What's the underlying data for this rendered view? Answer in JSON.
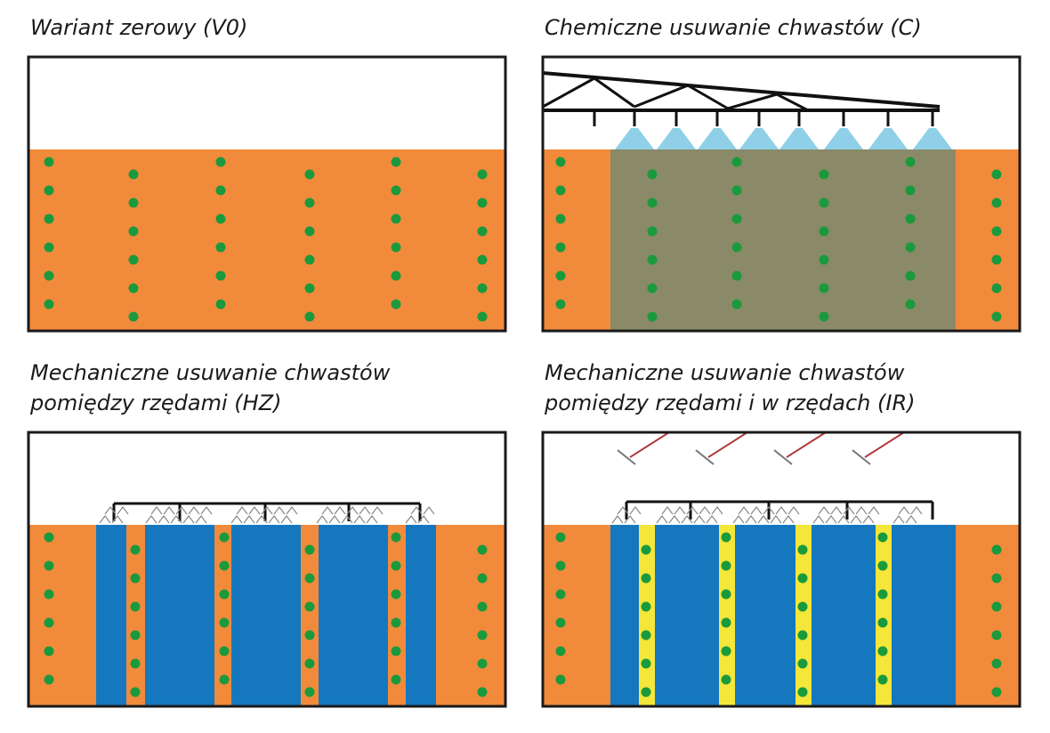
{
  "panels": [
    {
      "id": "v0",
      "title": "Wariant zerowy (V0)"
    },
    {
      "id": "c",
      "title": "Chemiczne usuwanie chwastów (C)"
    },
    {
      "id": "hz",
      "title": "Mechaniczne usuwanie chwastów\npomiędzy rzędami (HZ)"
    },
    {
      "id": "ir",
      "title": "Mechaniczne usuwanie chwastów\npomiędzy rzędami i w rzędach (IR)"
    }
  ],
  "colors": {
    "soil": "#f28a3c",
    "plant": "#1a9a3c",
    "herbicide_zone": "#8a8a68",
    "spray": "#8fd0e8",
    "hoed_zone": "#1578bf",
    "in_row_zone": "#f5e63a",
    "frame": "#1a1a1a"
  }
}
